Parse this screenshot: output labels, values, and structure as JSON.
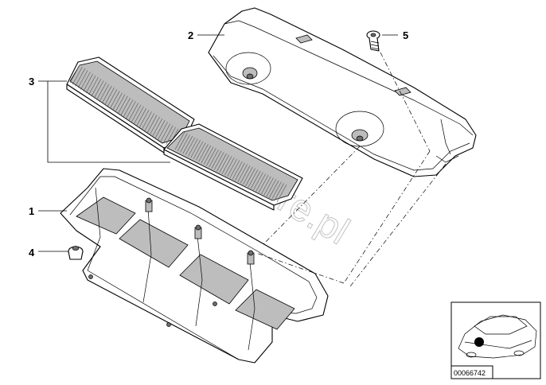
{
  "callouts": {
    "c1": "1",
    "c2": "2",
    "c3": "3",
    "c4": "4",
    "c5": "5"
  },
  "watermark": "www.BMWstore.pl",
  "reference_code": "00066742"
}
